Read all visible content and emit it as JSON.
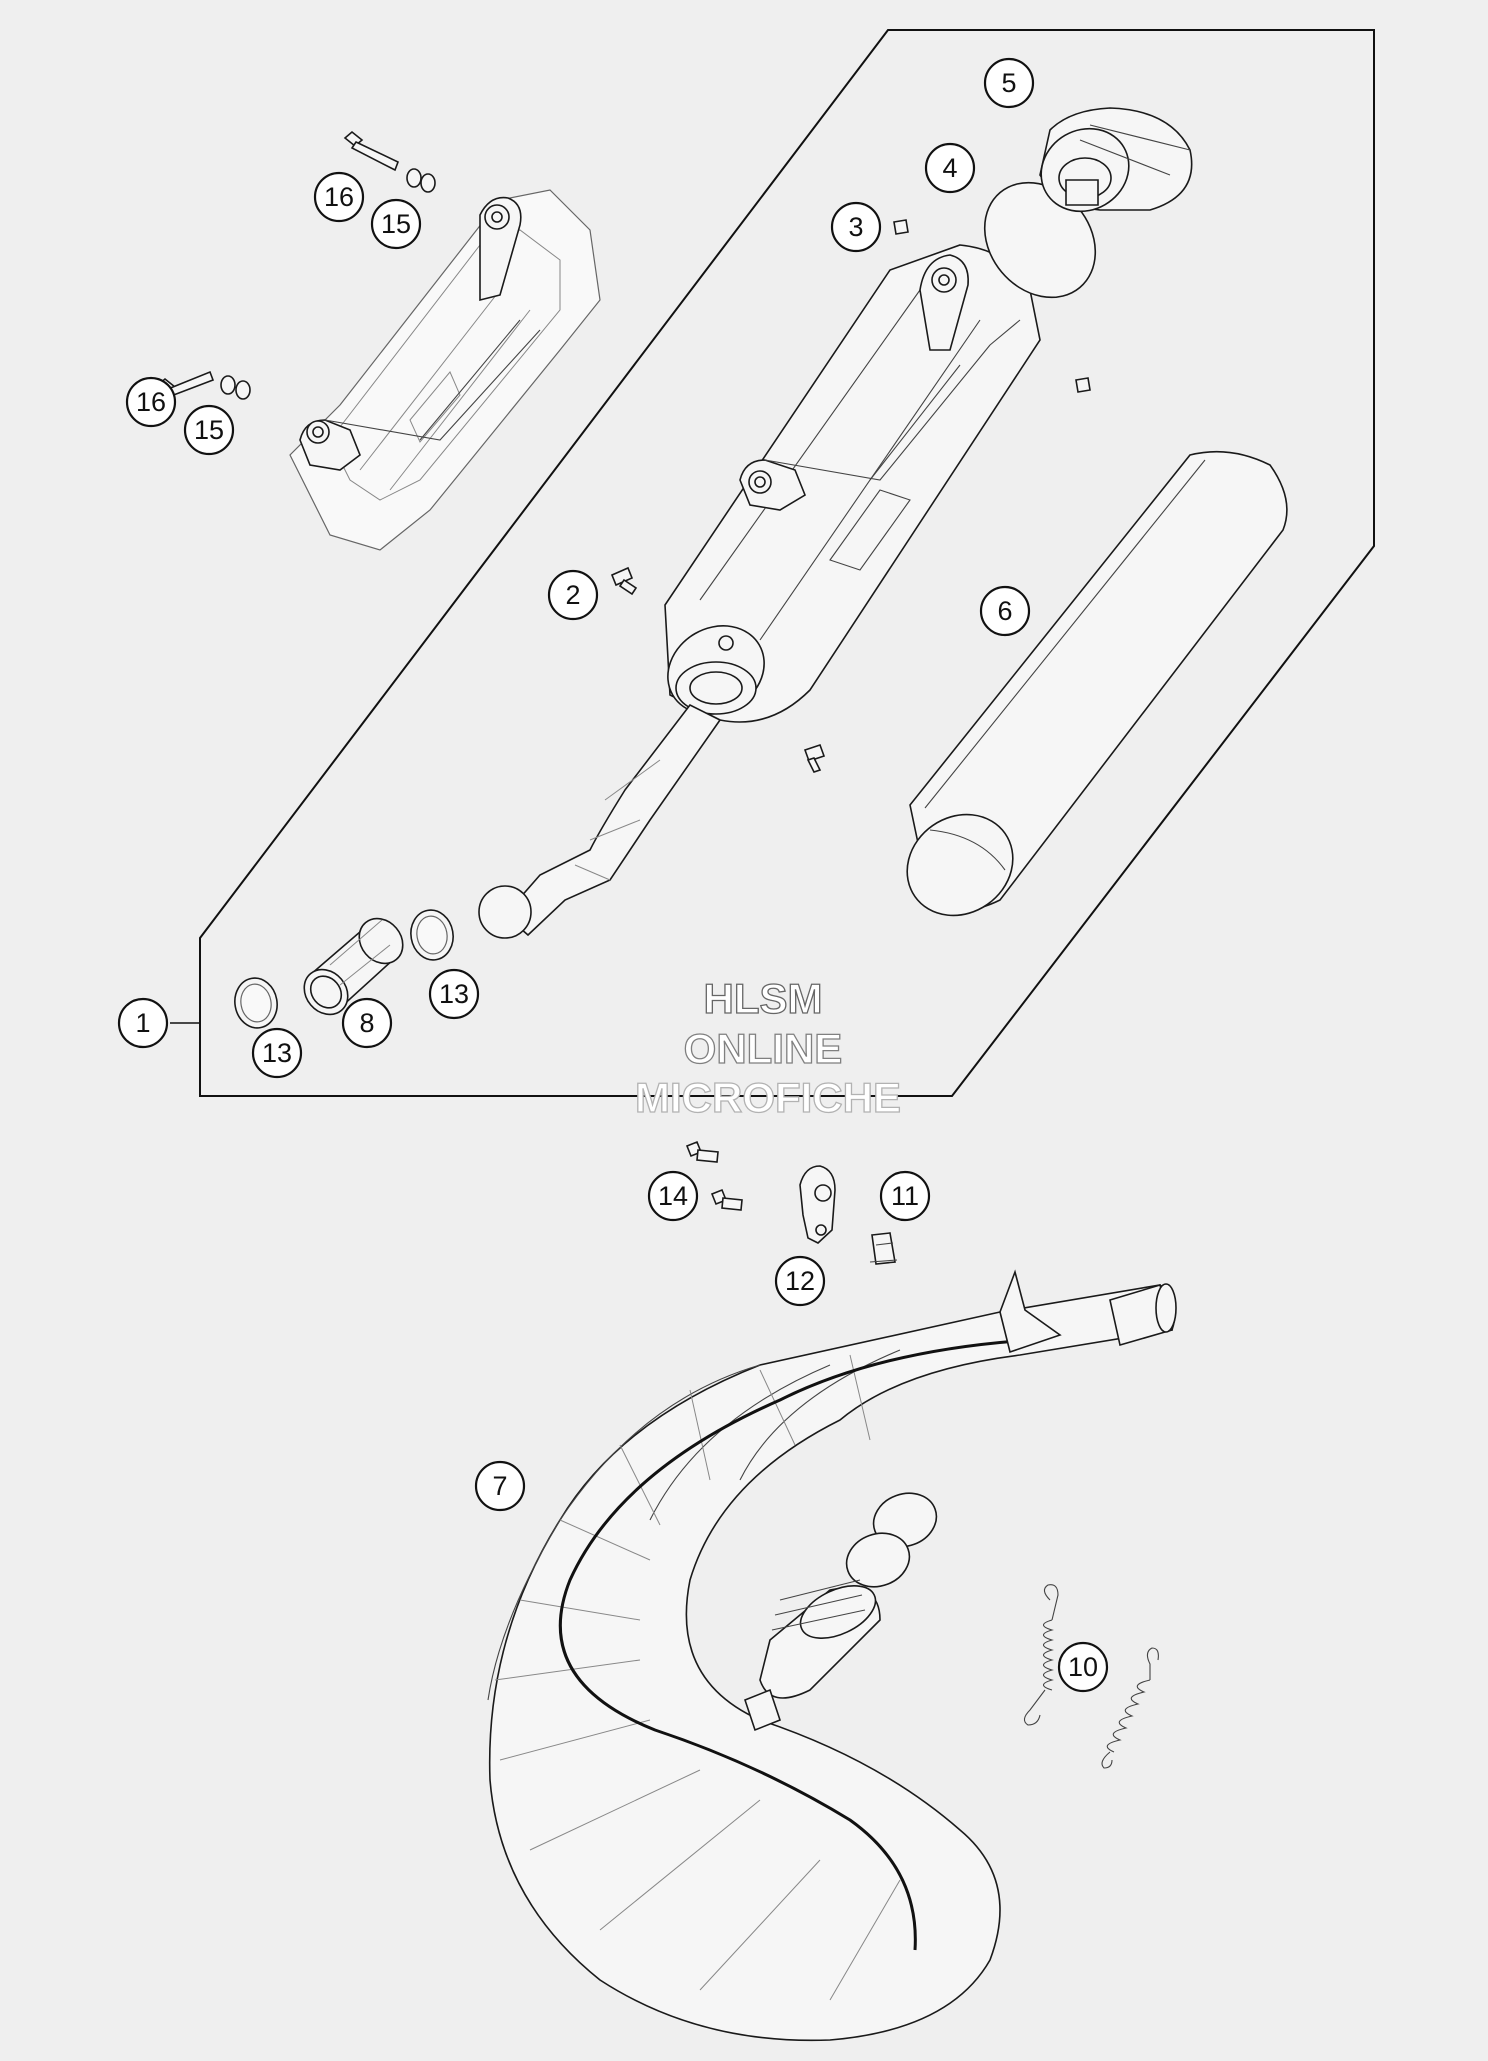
{
  "callouts": [
    {
      "label": "1"
    },
    {
      "label": "2"
    },
    {
      "label": "3"
    },
    {
      "label": "4"
    },
    {
      "label": "5"
    },
    {
      "label": "6"
    },
    {
      "label": "7"
    },
    {
      "label": "8"
    },
    {
      "label": "10"
    },
    {
      "label": "11"
    },
    {
      "label": "12"
    },
    {
      "label": "13"
    },
    {
      "label": "13"
    },
    {
      "label": "14"
    },
    {
      "label": "15"
    },
    {
      "label": "15"
    },
    {
      "label": "16"
    },
    {
      "label": "16"
    }
  ],
  "watermark": {
    "line1": "HLSM",
    "line2": "ONLINE",
    "line3": "MICROFICHE"
  }
}
